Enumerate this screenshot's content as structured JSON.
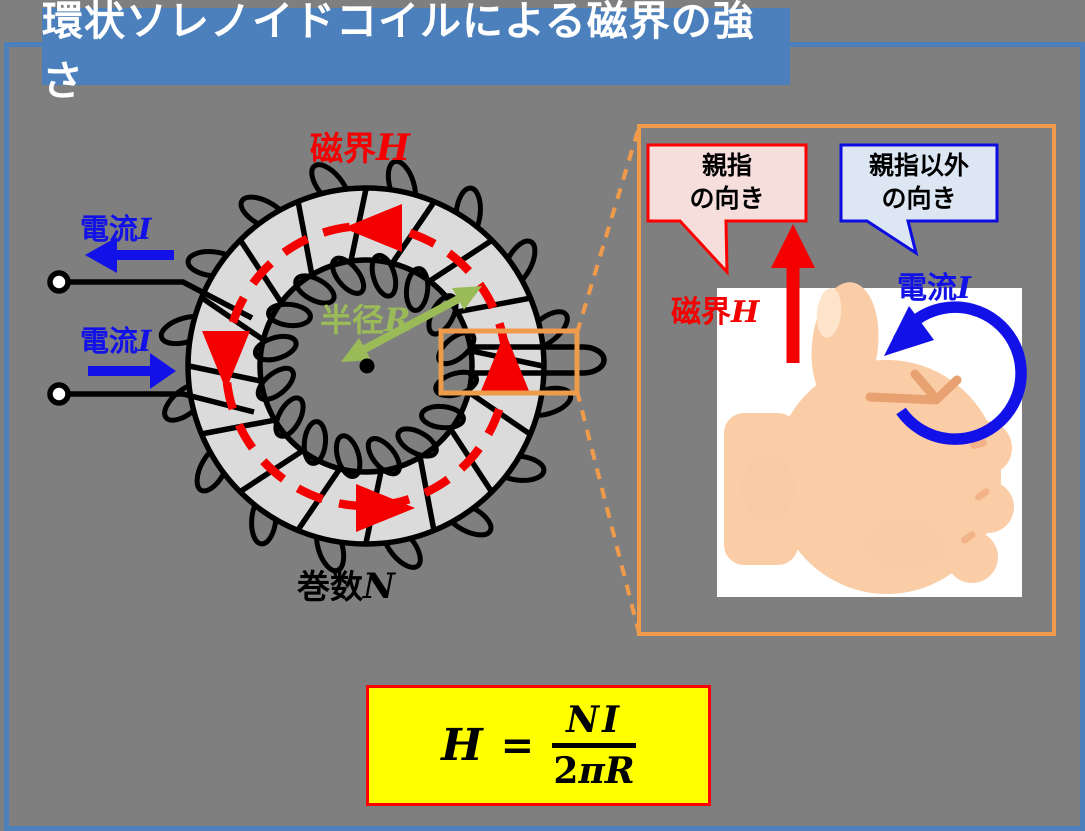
{
  "title": "環状ソレノイドコイルによる磁界の強さ",
  "colors": {
    "background": "#7F7F7F",
    "panel_border": "#4C80BC",
    "title_bar": "#4C80BC",
    "title_text": "#FFFFFF",
    "torus_fill": "#DBDBDB",
    "outline": "#000000",
    "field_red": "#F40000",
    "current_blue": "#1212E8",
    "radius_green": "#9BBB59",
    "highlight_orange": "#F09B4B",
    "formula_bg": "#FFFF00",
    "thumb_bubble_fill": "#F6DEDD",
    "fingers_bubble_fill": "#DDE7F4",
    "skin": "#FACDA6",
    "white": "#FFFFFF"
  },
  "coil": {
    "field_label": {
      "jp": "磁界",
      "var": "H"
    },
    "current_top": {
      "jp": "電流",
      "var": "I"
    },
    "current_bottom": {
      "jp": "電流",
      "var": "I"
    },
    "radius_label": {
      "jp": "半径",
      "var": "R"
    },
    "turns_label": {
      "jp": "巻数",
      "var": "N"
    }
  },
  "inset": {
    "thumb_callout": {
      "line1": "親指",
      "line2": "の向き"
    },
    "fingers_callout": {
      "line1": "親指以外",
      "line2": "の向き"
    },
    "field_label": {
      "jp": "磁界",
      "var": "H"
    },
    "current_label": {
      "jp": "電流",
      "var": "I"
    }
  },
  "formula": {
    "lhs": "H",
    "equals": "=",
    "numerator": "NI",
    "den_coeff": "2",
    "den_pi": "π",
    "den_var": "R"
  }
}
